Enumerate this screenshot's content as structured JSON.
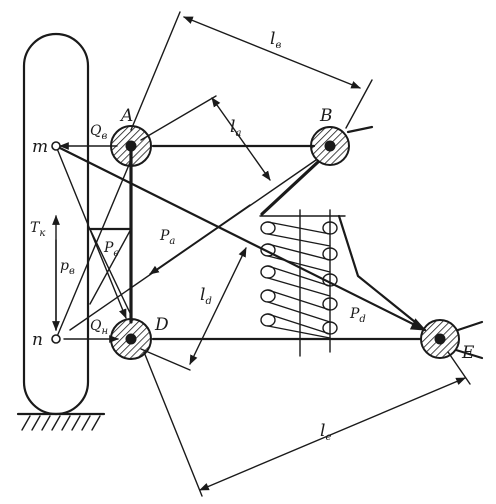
{
  "points": {
    "A": "A",
    "B": "B",
    "D": "D",
    "E": "E",
    "m": "m",
    "n": "n"
  },
  "forces": {
    "Qv": {
      "main": "Q",
      "sub": "в"
    },
    "Qn": {
      "main": "Q",
      "sub": "н"
    },
    "Tk": {
      "main": "T",
      "sub": "к"
    },
    "Pv": {
      "main": "p",
      "sub": "в"
    },
    "Pe": {
      "main": "P",
      "sub": "e"
    },
    "Pa": {
      "main": "P",
      "sub": "a"
    },
    "Pd": {
      "main": "P",
      "sub": "d"
    }
  },
  "lengths": {
    "lv": {
      "main": "l",
      "sub": "в"
    },
    "la": {
      "main": "l",
      "sub": "a"
    },
    "ld": {
      "main": "l",
      "sub": "d"
    },
    "le": {
      "main": "l",
      "sub": "e"
    }
  }
}
